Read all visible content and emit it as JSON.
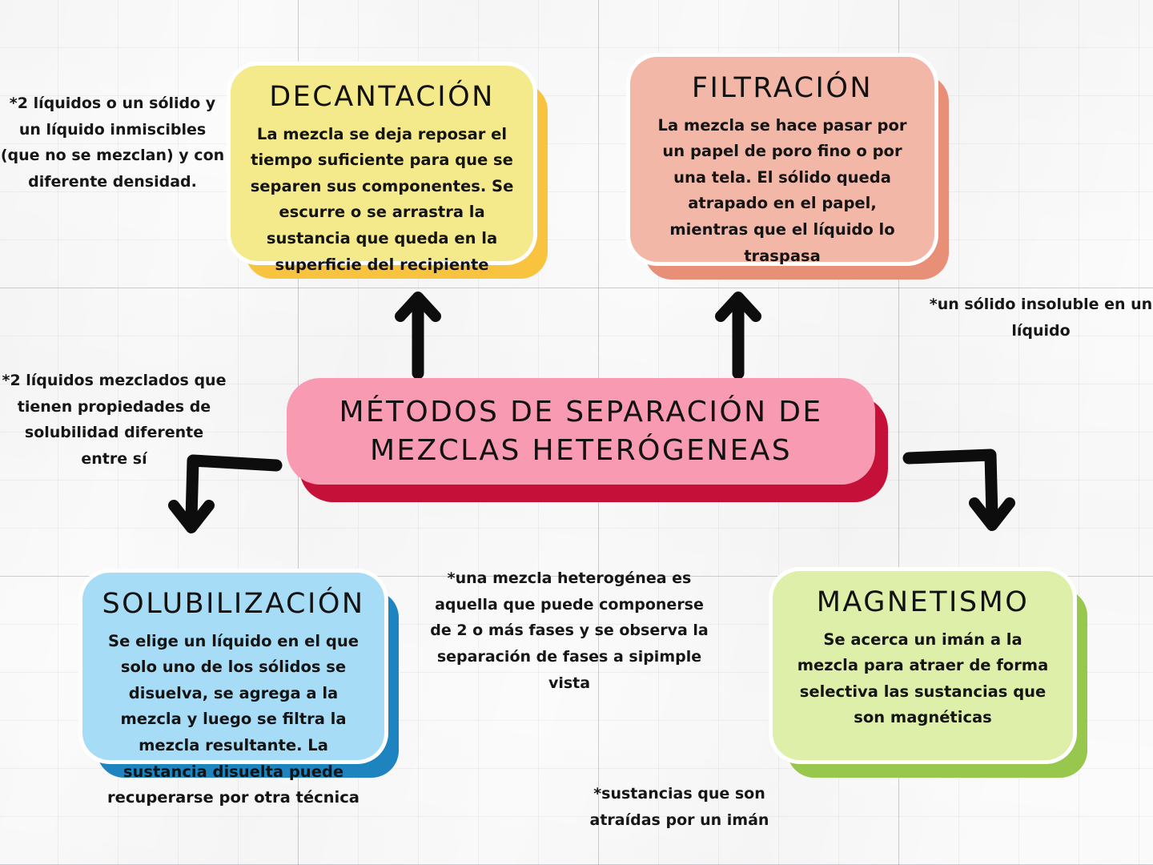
{
  "diagram": {
    "title": "Métodos de separación de mezclas heterogéneas",
    "center": {
      "line1": "MÉTODOS DE SEPARACIÓN DE",
      "line2": "MEZCLAS HETERÓGENEAS",
      "fill_color": "#F99AB3",
      "shadow_color": "#C51139"
    },
    "cards": [
      {
        "id": "decantacion",
        "title": "DECANTACIÓN",
        "body": "La mezcla se deja reposar el tiempo suficiente para que se separen sus componentes. Se escurre o se arrastra la sustancia que queda en la superficie del recipiente",
        "fill_color": "#F4E98B",
        "shadow_color": "#F8C33F"
      },
      {
        "id": "filtracion",
        "title": "FILTRACIÓN",
        "body": "La mezcla se hace pasar por un papel de poro fino o por una tela. El sólido queda atrapado en el papel, mientras que el líquido lo traspasa",
        "fill_color": "#F3B7A8",
        "shadow_color": "#E88F78"
      },
      {
        "id": "solubilizacion",
        "title": "SOLUBILIZACIÓN",
        "body": "Se elige un líquido en el que solo uno de los sólidos se disuelva, se agrega a la mezcla y luego se filtra la mezcla resultante. La sustancia disuelta puede recuperarse por otra técnica",
        "fill_color": "#A7DCF7",
        "shadow_color": "#1E84C0"
      },
      {
        "id": "magnetismo",
        "title": "MAGNETISMO",
        "body": "Se acerca un imán a la mezcla para atraer de forma selectiva las sustancias que son magnéticas",
        "fill_color": "#DDEFA8",
        "shadow_color": "#97C74C"
      }
    ],
    "notes": {
      "decantacion": "*2 líquidos o un sólido y un líquido inmiscibles (que no se mezclan) y con diferente densidad.",
      "filtracion": "*un sólido insoluble en un líquido",
      "solubilizacion": "*2 líquidos mezclados que tienen propiedades de solubilidad diferente entre sí",
      "heterogenea": "*una mezcla heterogénea es aquella que puede componerse de 2 o más fases y se observa la separación de fases a sipimple vista",
      "magnetismo": "*sustancias que son atraídas por un imán"
    },
    "arrows": {
      "color": "#0D0D0D",
      "up_to_decantacion": "arrow-up-icon",
      "up_to_filtracion": "arrow-up-icon",
      "elbow_to_solubilizacion": "arrow-elbow-down-left-icon",
      "elbow_to_magnetismo": "arrow-elbow-down-right-icon"
    },
    "background": {
      "style": "graph-paper",
      "paper_color": "#FBFBFB",
      "grid_color": "#78808A"
    }
  }
}
